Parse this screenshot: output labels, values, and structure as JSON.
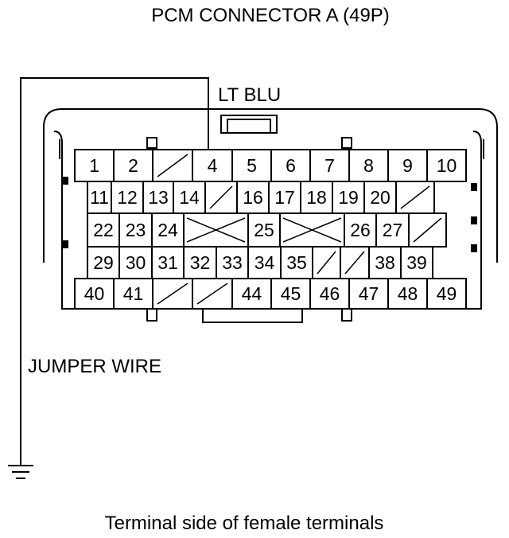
{
  "title": "PCM CONNECTOR A (49P)",
  "wire_color_label": "LT BLU",
  "jumper_label": "JUMPER WIRE",
  "caption": "Terminal side of female terminals",
  "jumper_terminal": "4",
  "icons": {
    "ground": "ground-symbol-icon"
  },
  "rows": [
    [
      "1",
      "2",
      "/",
      "4",
      "5",
      "6",
      "7",
      "8",
      "9",
      "10"
    ],
    [
      "11",
      "12",
      "13",
      "14",
      "/",
      "16",
      "17",
      "18",
      "19",
      "20",
      "/"
    ],
    [
      "22",
      "23",
      "24",
      "X",
      "25",
      "X",
      "26",
      "27",
      "/"
    ],
    [
      "29",
      "30",
      "31",
      "32",
      "33",
      "34",
      "35",
      "/",
      "/",
      "38",
      "39"
    ],
    [
      "40",
      "41",
      "/",
      "/",
      "44",
      "45",
      "46",
      "47",
      "48",
      "49"
    ]
  ]
}
